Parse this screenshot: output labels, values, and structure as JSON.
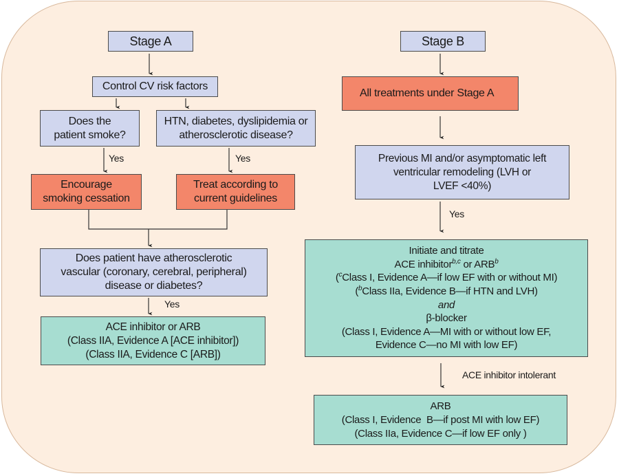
{
  "colors": {
    "background": "#fdeee0",
    "question_box": "#d0d6ee",
    "action_box": "#f3866a",
    "treatment_box": "#a7ddd1",
    "border": "#4a4a4a"
  },
  "stage_a": {
    "title": "Stage A",
    "control": "Control CV risk factors",
    "smoke_question": [
      "Does the",
      "patient smoke?"
    ],
    "htn_question": [
      "HTN, diabetes, dyslipidemia or",
      "atherosclerotic disease?"
    ],
    "smoke_yes": "Yes",
    "htn_yes": "Yes",
    "encourage": [
      "Encourage",
      "smoking cessation"
    ],
    "treat": [
      "Treat according to",
      "current guidelines"
    ],
    "vascular_question": [
      "Does patient have atherosclerotic",
      "vascular (coronary, cerebral, peripheral)",
      "disease or diabetes?"
    ],
    "vascular_yes": "Yes",
    "treatment": [
      "ACE inhibitor or ARB",
      "(Class IIA, Evidence A [ACE inhibitor])",
      "(Class IIA, Evidence C [ARB])"
    ]
  },
  "stage_b": {
    "title": "Stage B",
    "all_treatments": "All treatments under Stage A",
    "previous_mi": [
      "Previous MI and/or asymptomatic left",
      "ventricular remodeling (LVH or",
      "LVEF <40%)"
    ],
    "previous_yes": "Yes",
    "initiate": {
      "line1": "Initiate and titrate",
      "line2_text": "ACE inhibitor",
      "line2_sup1": "b,c",
      "line2_mid": " or ARB",
      "line2_sup2": "b",
      "line3_sup": "c",
      "line3_text": "Class I, Evidence A—if low EF with or without MI)",
      "line4_sup": "b",
      "line4_text": "Class IIa, Evidence B—if HTN and LVH)",
      "line5": "and",
      "line6": "β-blocker",
      "line7": "(Class I, Evidence A—MI with or without low EF,",
      "line8": "Evidence C—no MI with low EF)"
    },
    "intolerant_label": "ACE inhibitor intolerant",
    "arb": [
      "ARB",
      "(Class I, Evidence  B—if post MI with low EF)",
      "(Class IIa, Evidence C—if low EF only )"
    ]
  }
}
